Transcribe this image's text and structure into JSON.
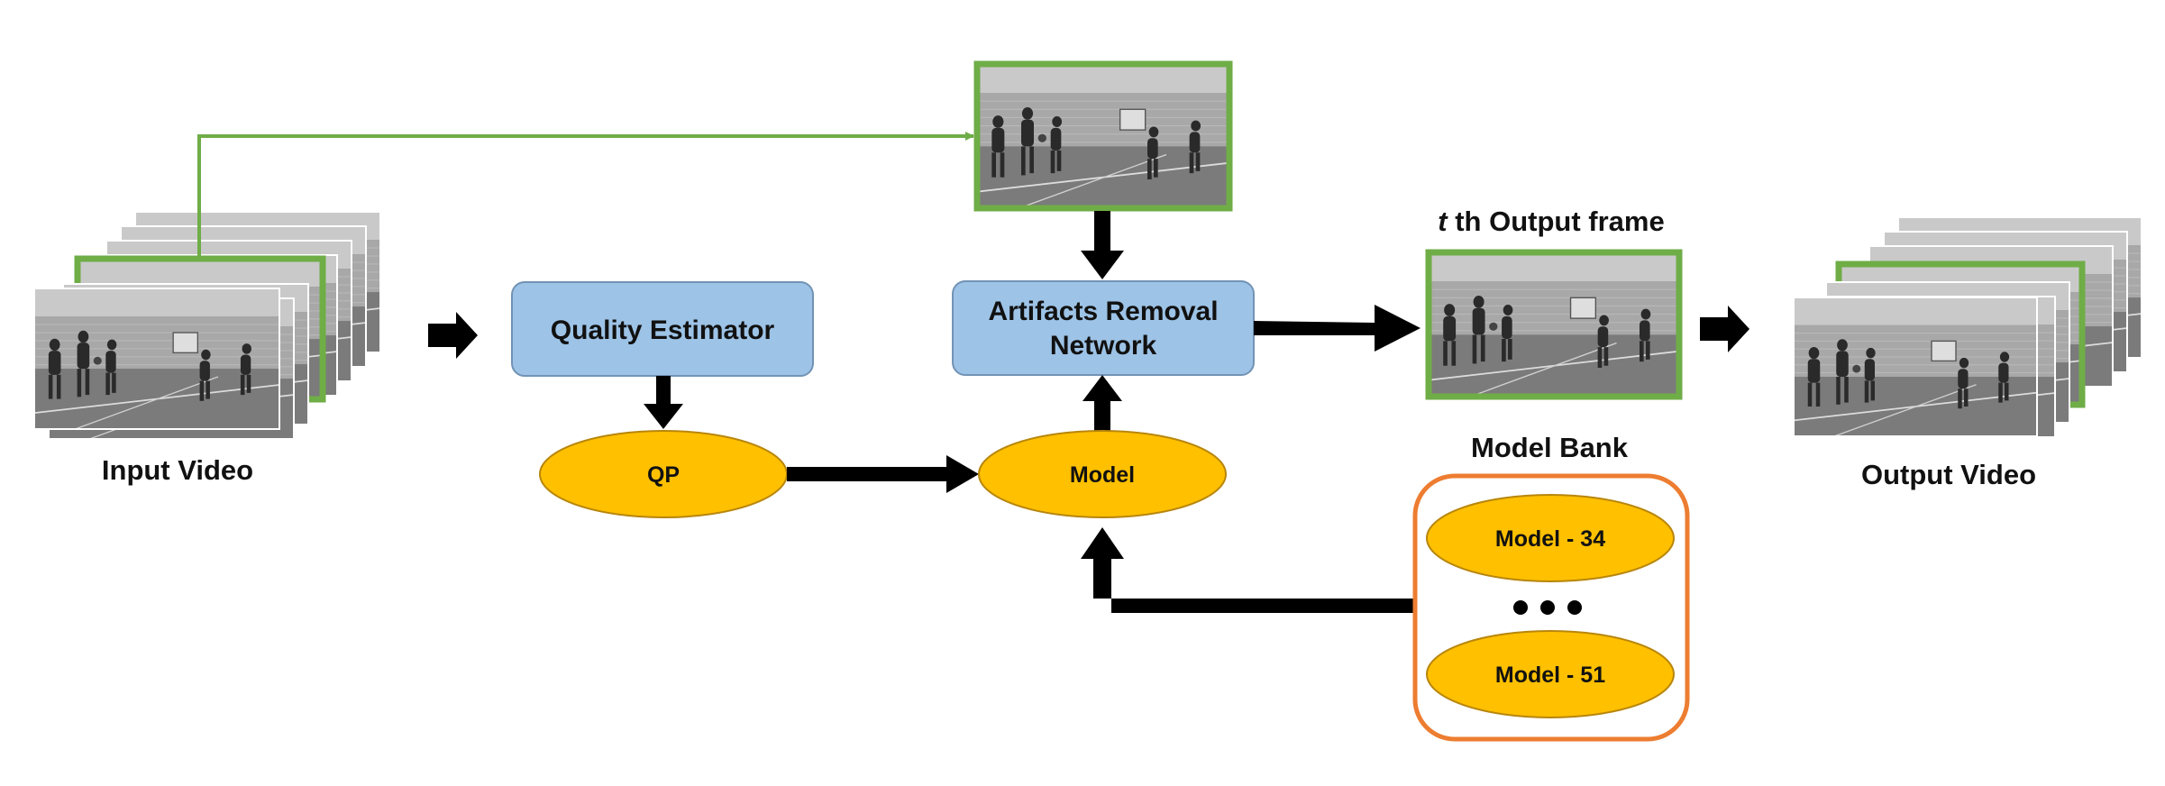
{
  "labels": {
    "input_video": "Input Video",
    "quality_estimator": "Quality Estimator",
    "qp": "QP",
    "artifacts_line1": "Artifacts Removal",
    "artifacts_line2": "Network",
    "model": "Model",
    "output_frame_t": "t",
    "output_frame_rest": " th Output frame",
    "model_bank": "Model Bank",
    "model_34": "Model - 34",
    "model_51": "Model - 51",
    "output_video": "Output Video",
    "ellipsis": "● ● ●"
  },
  "colors": {
    "green_frame": "#6fad47",
    "blue_box": "#9dc3e6",
    "blue_box_border": "#7293b5",
    "gold_ellipse": "#ffc000",
    "gold_ellipse_border": "#b8860b",
    "orange_bank": "#ed7d31",
    "arrow": "#000000"
  }
}
